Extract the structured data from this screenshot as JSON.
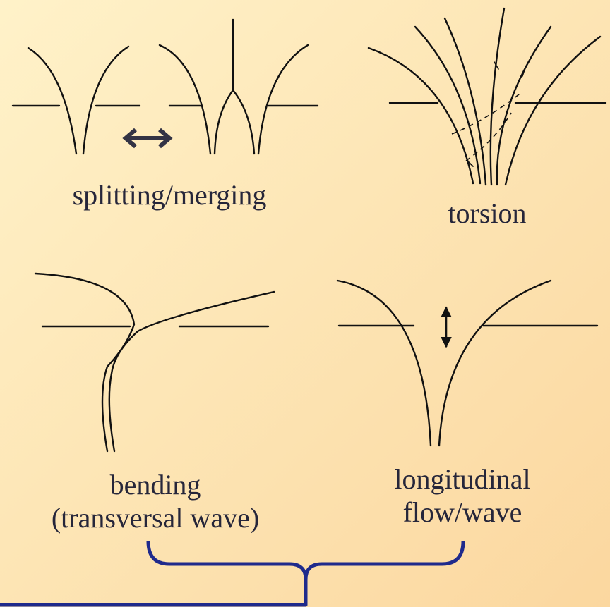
{
  "panels": {
    "splitting": {
      "label": "splitting/merging"
    },
    "torsion": {
      "label": "torsion"
    },
    "bending": {
      "label_line1": "bending",
      "label_line2": "(transversal wave)"
    },
    "longitudinal": {
      "label_line1": "longitudinal",
      "label_line2": "flow/wave"
    }
  },
  "colors": {
    "background_start": "#fff2c9",
    "background_end": "#fbd79f",
    "brace": "#1f2a8c",
    "line": "#111111",
    "arrow": "#333344"
  }
}
